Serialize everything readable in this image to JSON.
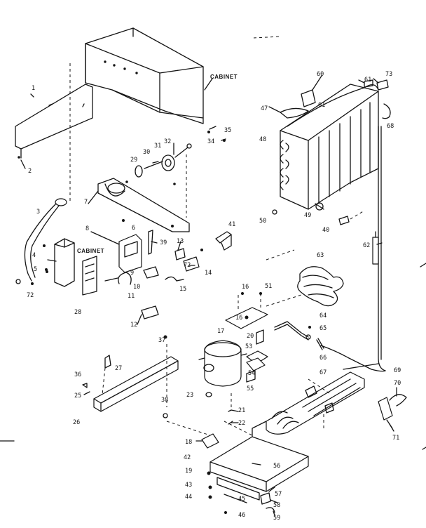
{
  "diagram": {
    "word_labels": {
      "cabinet_top": "CABINET",
      "cabinet_mid": "CABINET"
    },
    "callouts": {
      "c1": "1",
      "c2": "2",
      "c3": "3",
      "c4": "4",
      "c5": "5",
      "c6": "6",
      "c7": "7",
      "c8": "8",
      "c9": "9",
      "c10": "10",
      "c11": "11",
      "c12": "12",
      "c13": "13",
      "c14": "14",
      "c15": "15",
      "c16": "16",
      "c16b": "16",
      "c17": "17",
      "c18": "18",
      "c19": "19",
      "c20": "20",
      "c21": "21",
      "c22": "22",
      "c23": "23",
      "c25": "25",
      "c26": "26",
      "c27": "27",
      "c28": "28",
      "c29": "29",
      "c30": "30",
      "c31": "31",
      "c32": "32",
      "c34": "34",
      "c35": "35",
      "c36": "36",
      "c37": "37",
      "c38": "38",
      "c39": "39",
      "c40": "40",
      "c41": "41",
      "c42": "42",
      "c43": "43",
      "c44": "44",
      "c45": "45",
      "c46": "46",
      "c47": "47",
      "c48": "48",
      "c49": "49",
      "c50": "50",
      "c51": "51",
      "c53": "53",
      "c54": "54",
      "c55": "55",
      "c56": "56",
      "c57": "57",
      "c58": "58",
      "c59": "59",
      "c60": "60",
      "c61": "61",
      "c61b": "61",
      "c62": "62",
      "c63": "63",
      "c64": "64",
      "c65": "65",
      "c66": "66",
      "c67": "67",
      "c68": "68",
      "c69": "69",
      "c70": "70",
      "c71": "71",
      "c72": "72",
      "c72b": "72",
      "c73": "73"
    }
  }
}
